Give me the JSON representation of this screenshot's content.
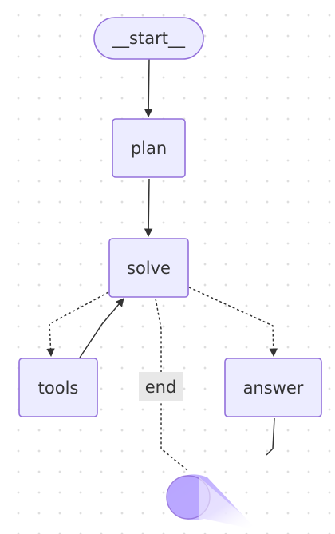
{
  "nodes": {
    "start": "__start__",
    "plan": "plan",
    "solve": "solve",
    "tools": "tools",
    "answer": "answer"
  },
  "edges": {
    "end_label": "end"
  },
  "colors": {
    "node_fill": "#ECECFF",
    "node_stroke": "#9370DB",
    "end_node_fill": "#b9a6ff",
    "edge": "#333333"
  }
}
